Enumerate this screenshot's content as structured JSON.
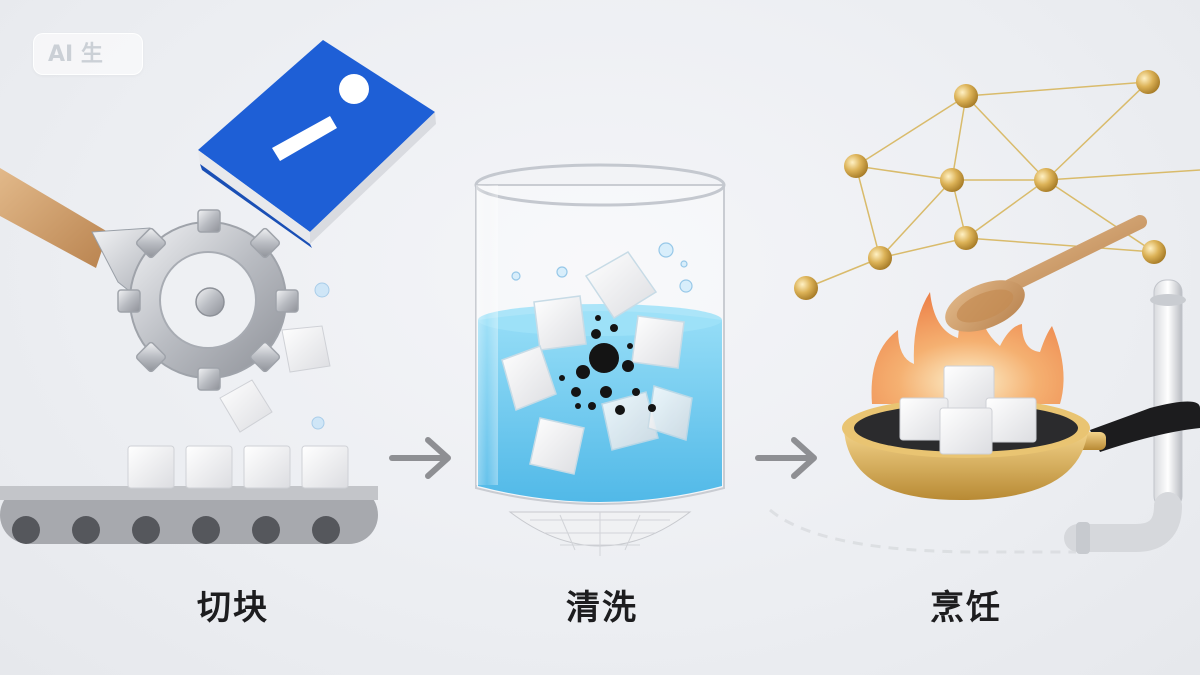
{
  "watermark": {
    "text": "AI 生"
  },
  "stages": [
    {
      "label": "切块",
      "icon": "conveyor-cutter-icon"
    },
    {
      "label": "清洗",
      "icon": "water-glass-icon"
    },
    {
      "label": "烹饪",
      "icon": "frying-pan-icon"
    }
  ],
  "colors": {
    "background": "#eceef2",
    "book_blue": "#1e5fd6",
    "water": "#62c6ee",
    "flame": "#f28a3c",
    "gold": "#d4a84a",
    "arrow": "#8e8f93"
  }
}
